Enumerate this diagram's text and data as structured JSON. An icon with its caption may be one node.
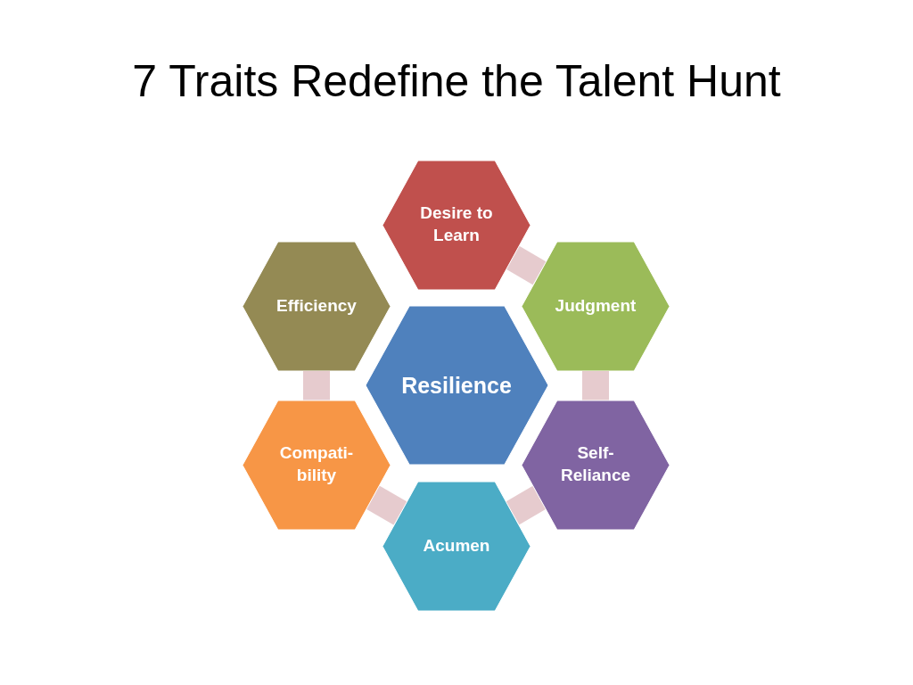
{
  "diagram": {
    "title": "7 Traits Redefine the Talent Hunt",
    "nodes": [
      {
        "text": [
          "Desire to Learn"
        ]
      },
      {
        "text": [
          "Efficiency"
        ]
      },
      {
        "text": [
          "Judgment"
        ]
      },
      {
        "text": [
          "Resilience"
        ]
      },
      {
        "text": [
          "Compati- bility"
        ]
      },
      {
        "text": [
          "Self- Reliance"
        ]
      },
      {
        "text": [
          "Acumen"
        ]
      }
    ],
    "edges": [
      {
        "from": 0,
        "to": 2,
        "arrow": "none"
      },
      {
        "from": 2,
        "to": 5,
        "arrow": "none"
      },
      {
        "from": 5,
        "to": 6,
        "arrow": "none"
      },
      {
        "from": 6,
        "to": 4,
        "arrow": "none"
      },
      {
        "from": 4,
        "to": 1,
        "arrow": "none"
      }
    ]
  }
}
